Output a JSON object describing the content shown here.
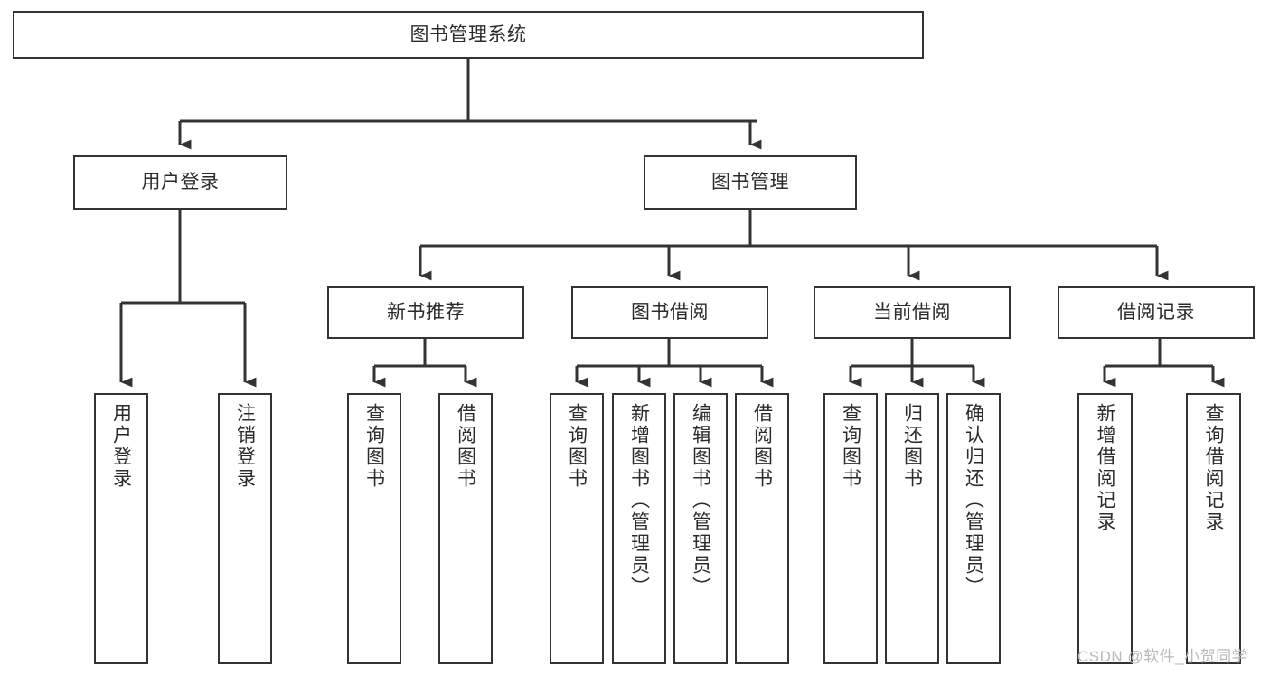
{
  "diagram": {
    "type": "tree-hierarchy",
    "title": "图书管理系统",
    "watermark": "CSDN @软件_小贺同学",
    "colors": {
      "box_border": "#333333",
      "box_fill": "#ffffff",
      "text": "#2b2b2b",
      "edge": "#333333",
      "watermark": "#b9b9b9"
    },
    "nodes": {
      "root": {
        "label": "图书管理系统"
      },
      "level2": [
        {
          "id": "user-login",
          "label": "用户登录"
        },
        {
          "id": "book-manage",
          "label": "图书管理"
        }
      ],
      "level3": [
        {
          "id": "new-book-recommend",
          "label": "新书推荐"
        },
        {
          "id": "book-borrow",
          "label": "图书借阅"
        },
        {
          "id": "current-borrow",
          "label": "当前借阅"
        },
        {
          "id": "borrow-record",
          "label": "借阅记录"
        }
      ],
      "leaves": {
        "user-login": [
          {
            "id": "leaf-user-login",
            "label": "用户登录"
          },
          {
            "id": "leaf-user-logout",
            "label": "注销登录"
          }
        ],
        "new-book-recommend": [
          {
            "id": "leaf-query-book-1",
            "label": "查询图书"
          },
          {
            "id": "leaf-borrow-book-1",
            "label": "借阅图书"
          }
        ],
        "book-borrow": [
          {
            "id": "leaf-query-book-2",
            "label": "查询图书"
          },
          {
            "id": "leaf-add-book",
            "label": "新增图书（管理员）"
          },
          {
            "id": "leaf-edit-book",
            "label": "编辑图书（管理员）"
          },
          {
            "id": "leaf-borrow-book-2",
            "label": "借阅图书"
          }
        ],
        "current-borrow": [
          {
            "id": "leaf-query-book-3",
            "label": "查询图书"
          },
          {
            "id": "leaf-return-book",
            "label": "归还图书"
          },
          {
            "id": "leaf-confirm-return",
            "label": "确认归还（管理员）"
          }
        ],
        "borrow-record": [
          {
            "id": "leaf-add-record",
            "label": "新增借阅记录"
          },
          {
            "id": "leaf-query-record",
            "label": "查询借阅记录"
          }
        ]
      }
    }
  }
}
